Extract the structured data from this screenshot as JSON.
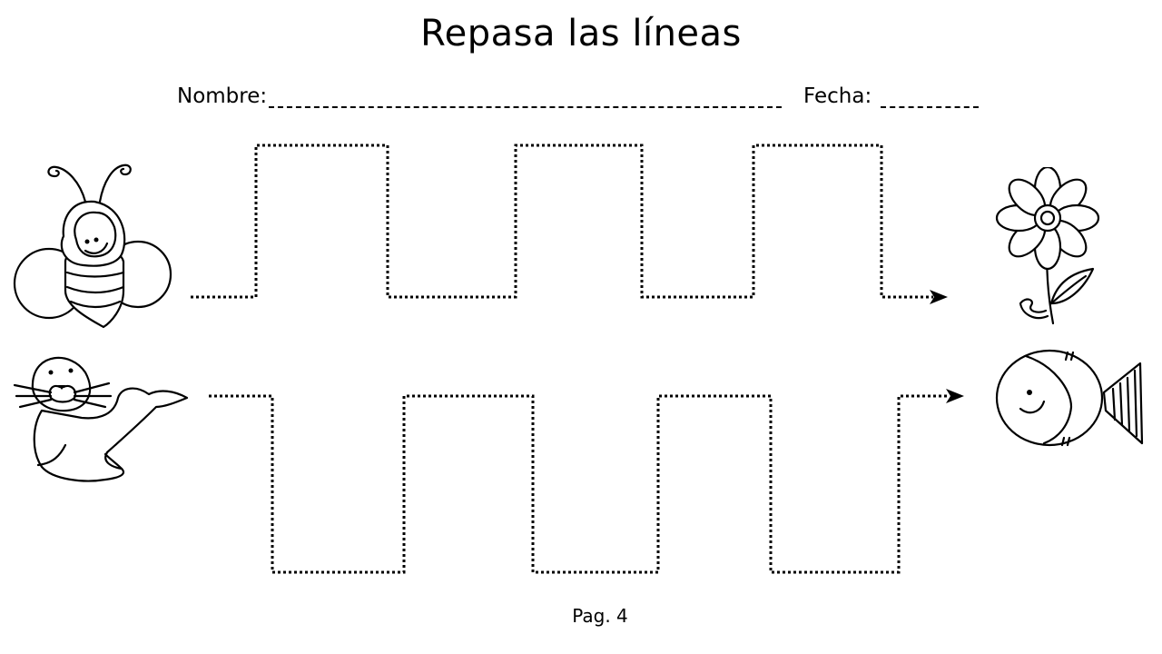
{
  "worksheet": {
    "title": "Repasa las líneas",
    "name_label": "Nombre:",
    "date_label": "Fecha:",
    "page_label": "Pag. 4"
  },
  "pictures": [
    {
      "icon": "bee-icon"
    },
    {
      "icon": "flower-icon"
    },
    {
      "icon": "seal-icon"
    },
    {
      "icon": "fish-icon"
    }
  ],
  "colors": {
    "ink": "#000000",
    "paper": "#ffffff"
  }
}
